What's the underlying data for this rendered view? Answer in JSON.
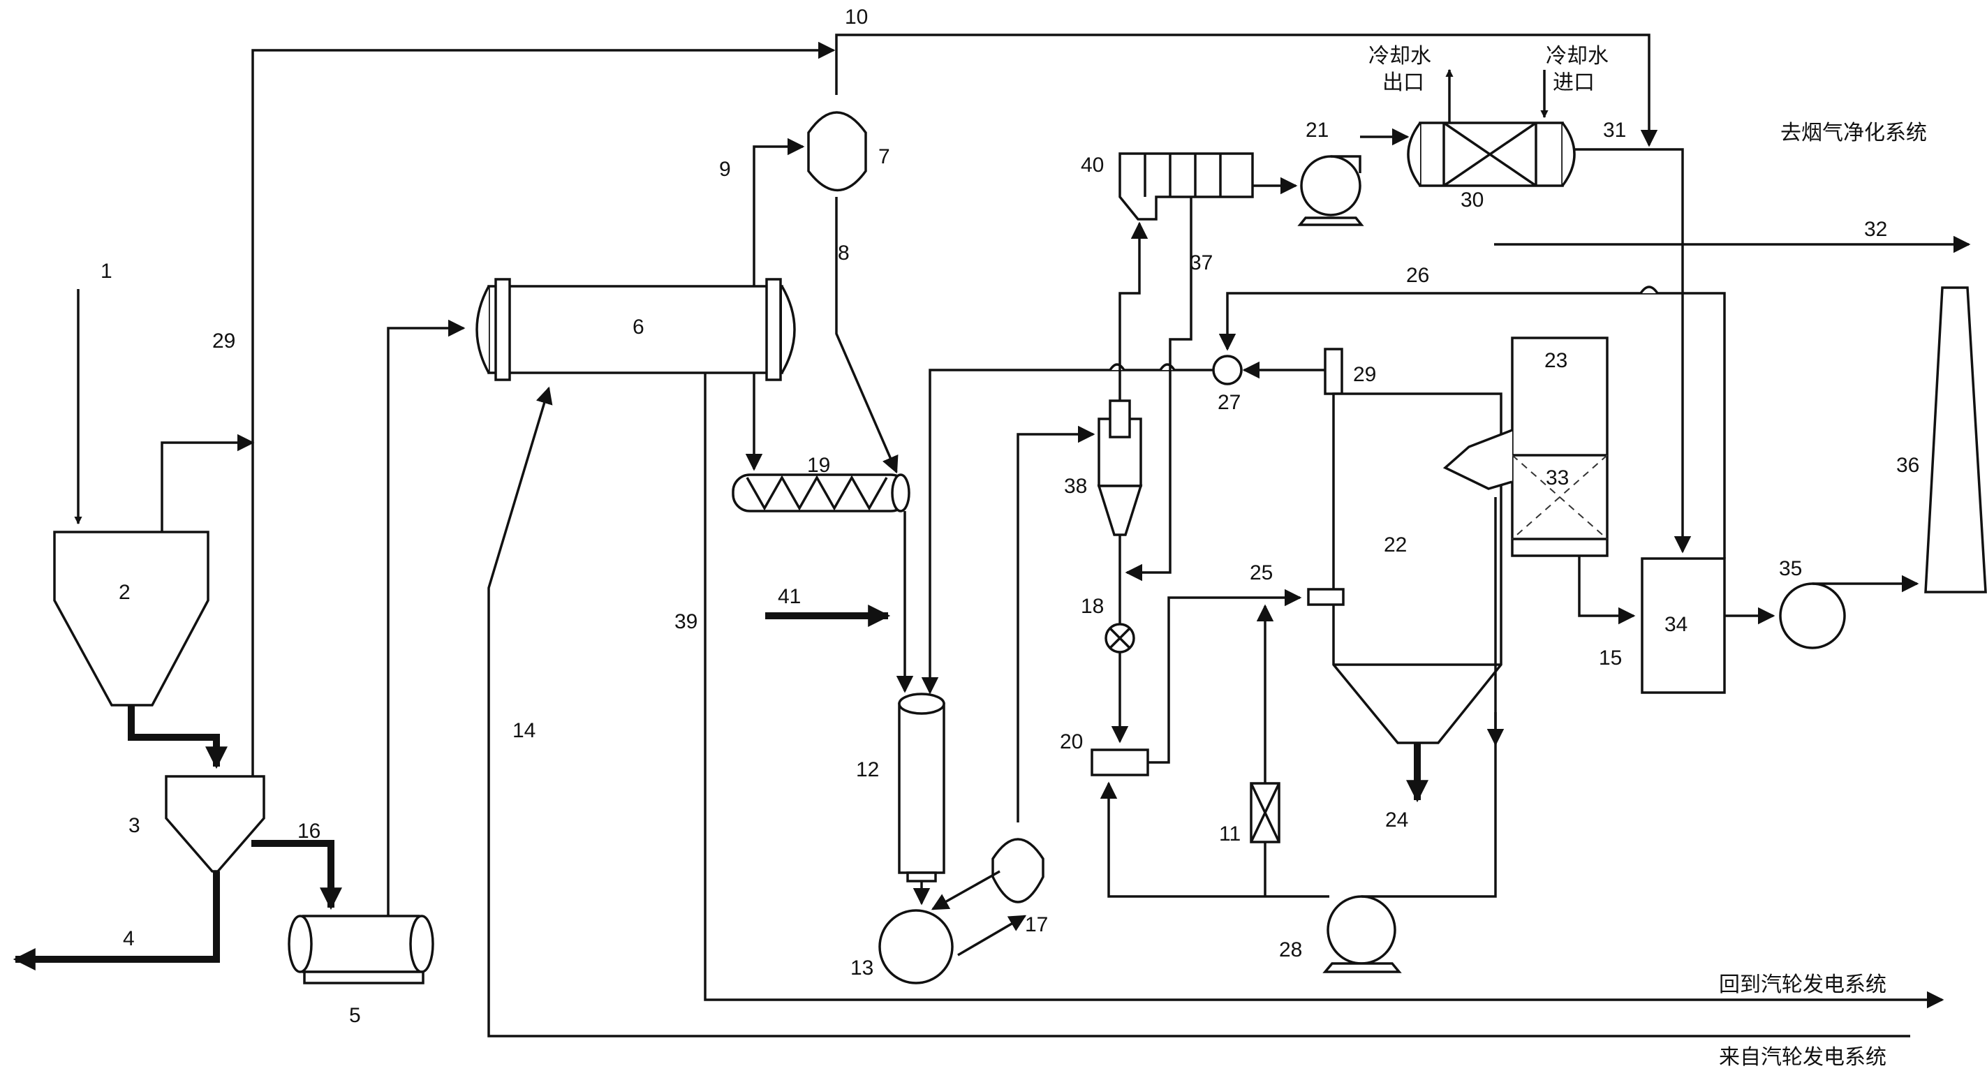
{
  "labels": {
    "n1": "1",
    "n2": "2",
    "n3": "3",
    "n4": "4",
    "n5": "5",
    "n6": "6",
    "n7": "7",
    "n8": "8",
    "n9": "9",
    "n10": "10",
    "n11": "11",
    "n12": "12",
    "n13": "13",
    "n14": "14",
    "n15": "15",
    "n16": "16",
    "n17": "17",
    "n18": "18",
    "n19": "19",
    "n20": "20",
    "n21": "21",
    "n22": "22",
    "n23": "23",
    "n24": "24",
    "n25": "25",
    "n26": "26",
    "n27": "27",
    "n28": "28",
    "n29_left": "29",
    "n29_right": "29",
    "n30": "30",
    "n31": "31",
    "n32": "32",
    "n33": "33",
    "n34": "34",
    "n35": "35",
    "n36": "36",
    "n37": "37",
    "n38": "38",
    "n39": "39",
    "n40": "40",
    "n41": "41"
  },
  "text": {
    "cooling_water_out_1": "冷却水",
    "cooling_water_out_2": "出口",
    "cooling_water_in_1": "冷却水",
    "cooling_water_in_2": "进口",
    "to_flue_gas_cleaning": "去烟气净化系统",
    "return_to_turbine": "回到汽轮发电系统",
    "from_turbine": "来自汽轮发电系统"
  }
}
